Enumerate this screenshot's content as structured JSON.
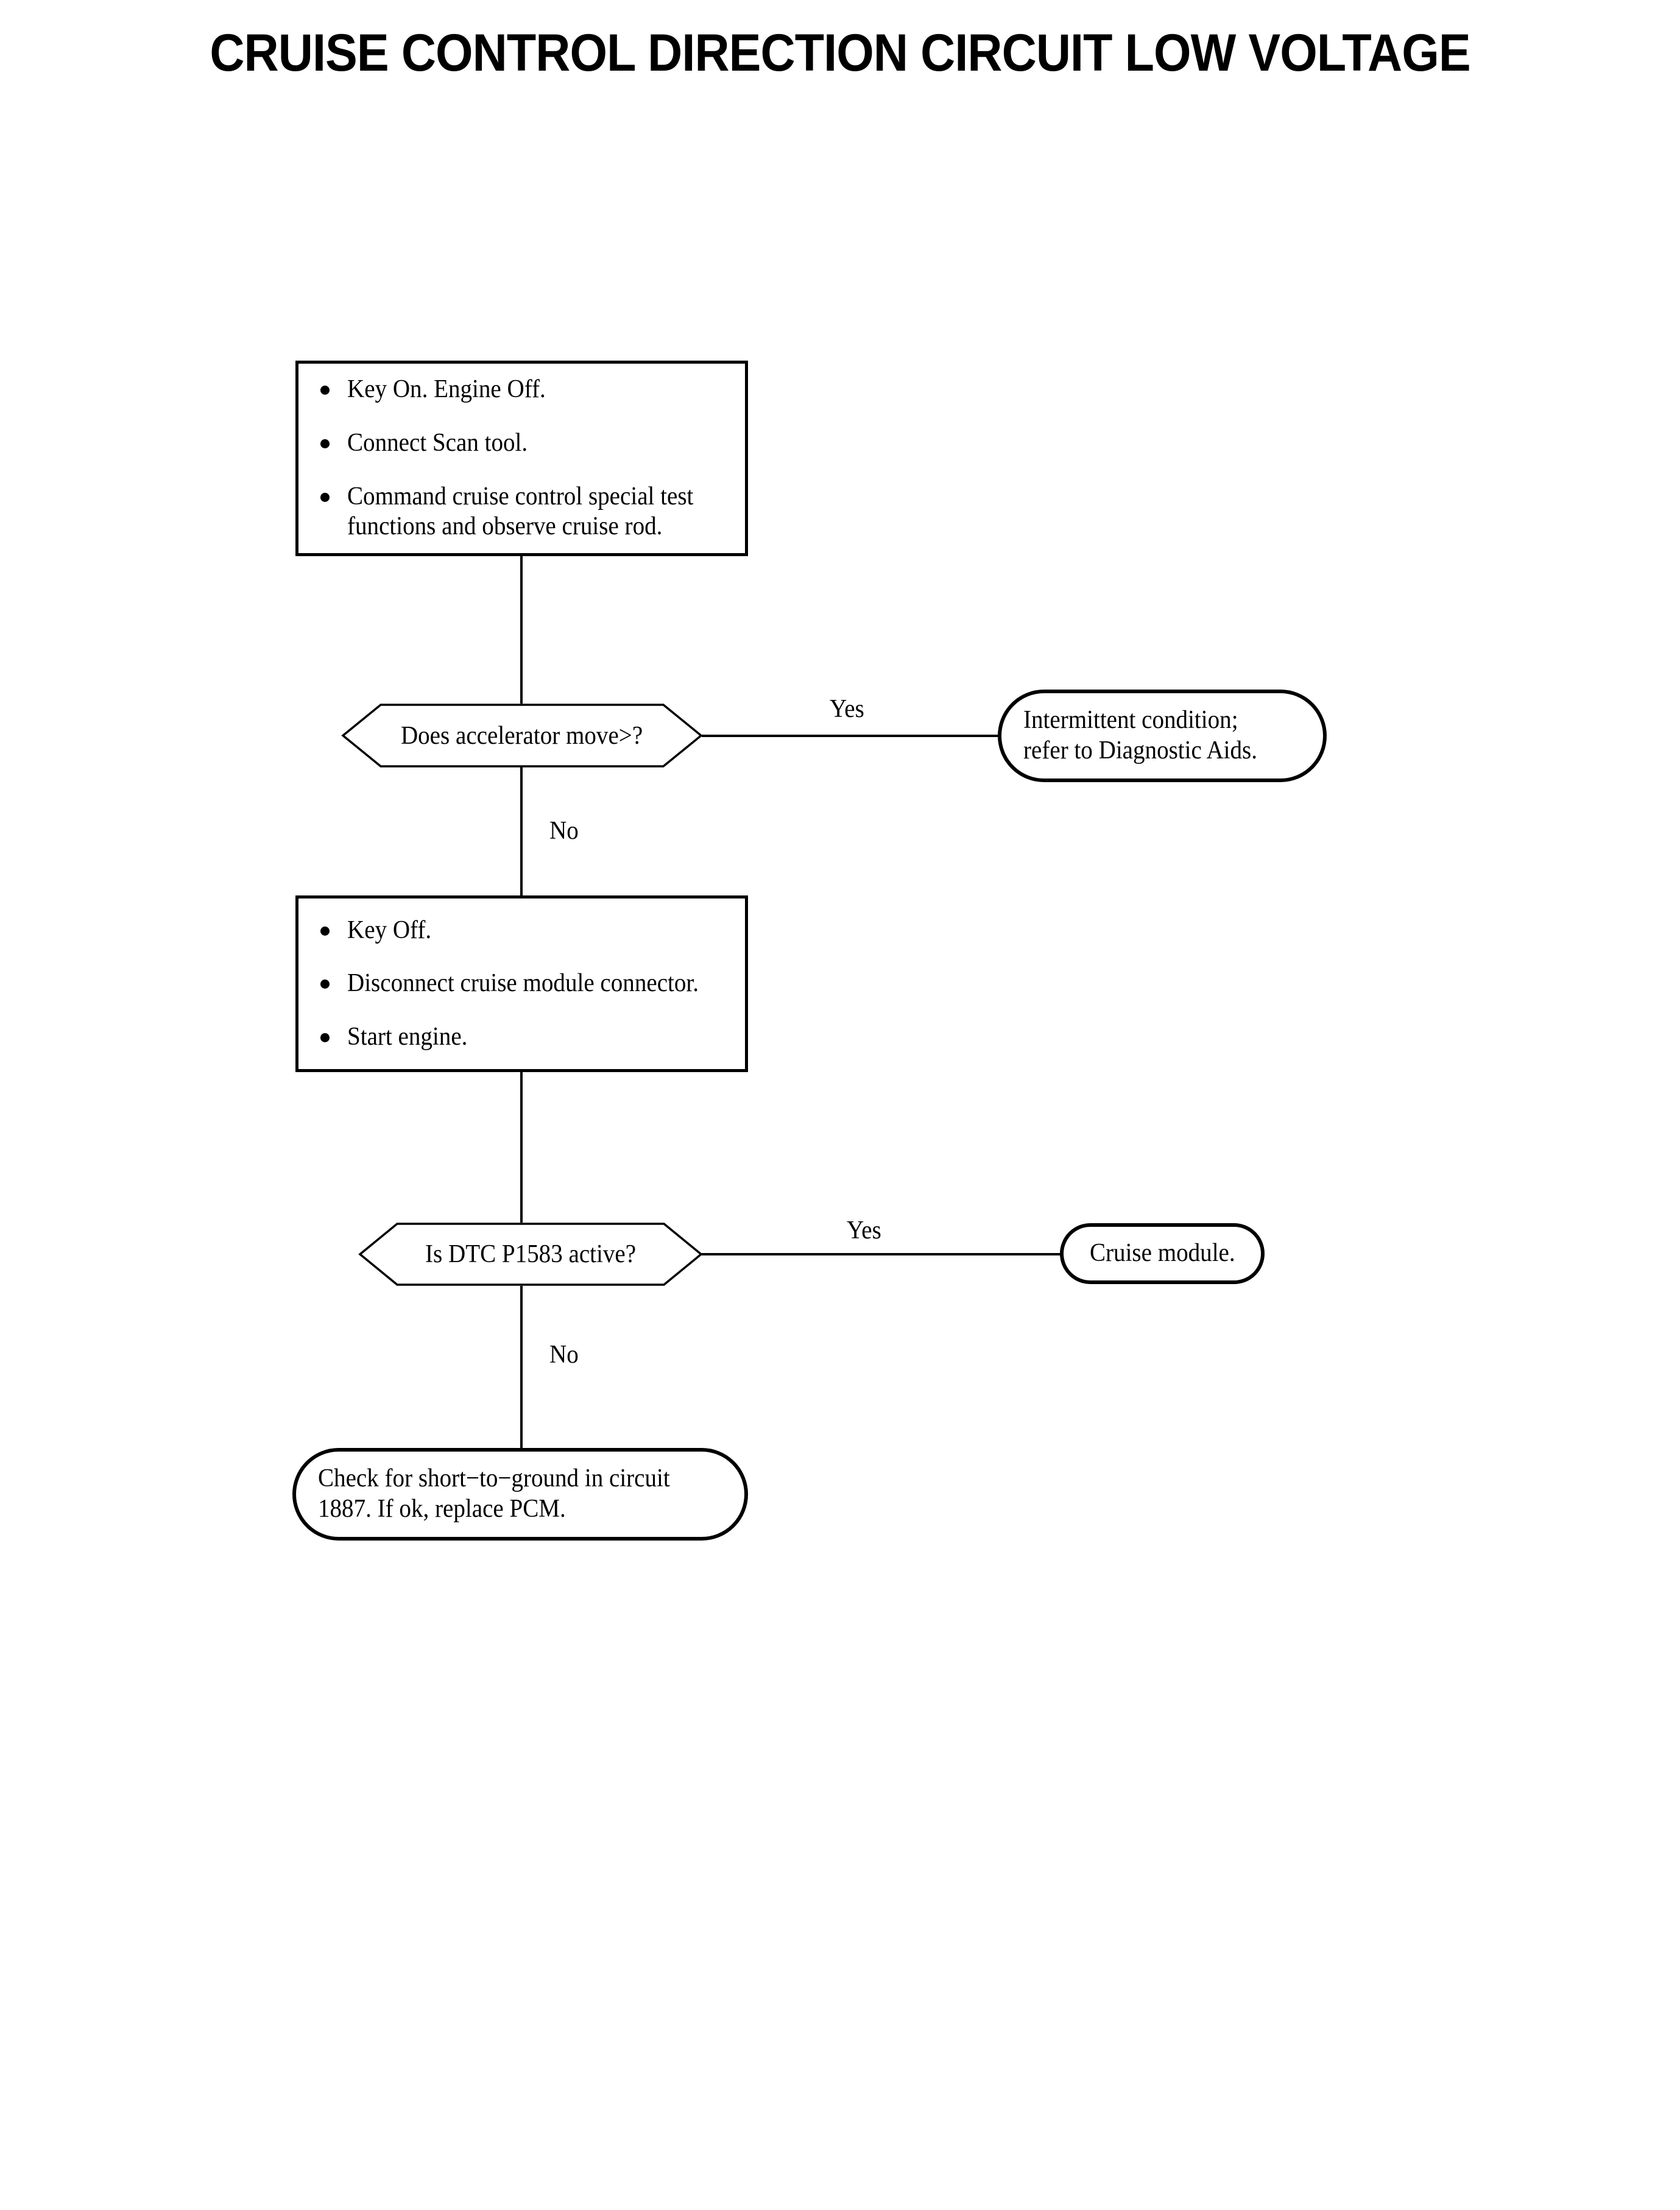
{
  "document": {
    "title": "CRUISE CONTROL DIRECTION CIRCUIT LOW VOLTAGE"
  },
  "flowchart": {
    "type": "diagnostic-flowchart",
    "nodes": {
      "step1": {
        "shape": "process",
        "bullets": [
          "Key On. Engine Off.",
          "Connect Scan tool.",
          "Command cruise control special test\nfunctions and observe cruise rod."
        ]
      },
      "decision1": {
        "shape": "decision",
        "text": "Does accelerator move>?"
      },
      "outcome1": {
        "shape": "terminator",
        "text": "Intermittent condition;\nrefer to Diagnostic Aids."
      },
      "step2": {
        "shape": "process",
        "bullets": [
          "Key Off.",
          "Disconnect cruise module connector.",
          "Start engine."
        ]
      },
      "decision2": {
        "shape": "decision",
        "text": "Is DTC P1583 active?"
      },
      "outcome2": {
        "shape": "terminator",
        "text": "Cruise module."
      },
      "outcome3": {
        "shape": "terminator",
        "text": "Check for short−to−ground in circuit\n1887. If ok, replace PCM."
      }
    },
    "edges": {
      "d1_yes": "Yes",
      "d1_no": "No",
      "d2_yes": "Yes",
      "d2_no": "No"
    }
  },
  "colors": {
    "ink": "#000000",
    "paper": "#ffffff"
  }
}
